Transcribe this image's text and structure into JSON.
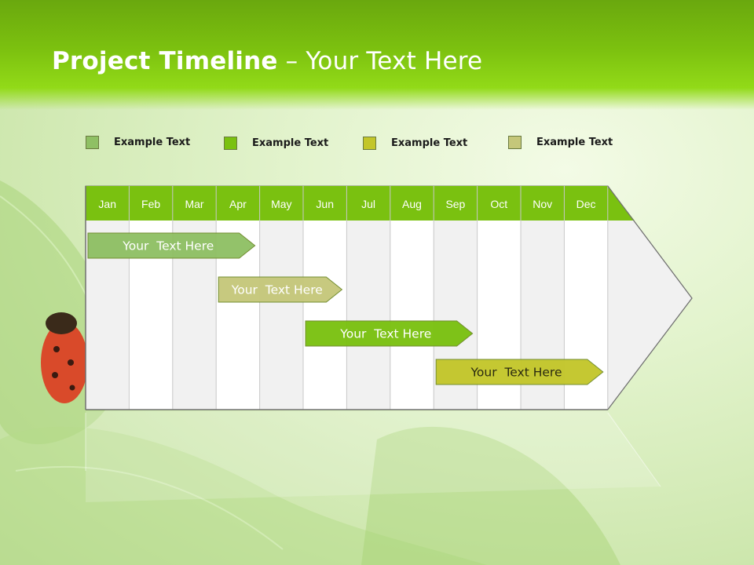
{
  "title": {
    "bold": "Project Timeline",
    "rest": " – Your Text Here"
  },
  "legend": [
    {
      "label": "Example Text",
      "color": "#8fc064"
    },
    {
      "label": "Example Text",
      "color": "#7ac110"
    },
    {
      "label": "Example Text",
      "color": "#c3c62a"
    },
    {
      "label": "Example Text",
      "color": "#c5c77a"
    }
  ],
  "months": [
    "Jan",
    "Feb",
    "Mar",
    "Apr",
    "May",
    "Jun",
    "Jul",
    "Aug",
    "Sep",
    "Oct",
    "Nov",
    "Dec"
  ],
  "tasks": [
    {
      "label": "Your  Text Here",
      "start_month": "Jan",
      "end_month": "Apr",
      "color": "#8fc064"
    },
    {
      "label": "Your  Text Here",
      "start_month": "Apr",
      "end_month": "Jun",
      "color": "#c5c77a"
    },
    {
      "label": "Your  Text Here",
      "start_month": "Jun",
      "end_month": "Sep",
      "color": "#7ac110"
    },
    {
      "label": "Your  Text Here",
      "start_month": "Sep",
      "end_month": "Dec",
      "color": "#c3c62a"
    }
  ],
  "colors": {
    "header_green": "#7cc10f",
    "month_bar": "#7ac110"
  }
}
